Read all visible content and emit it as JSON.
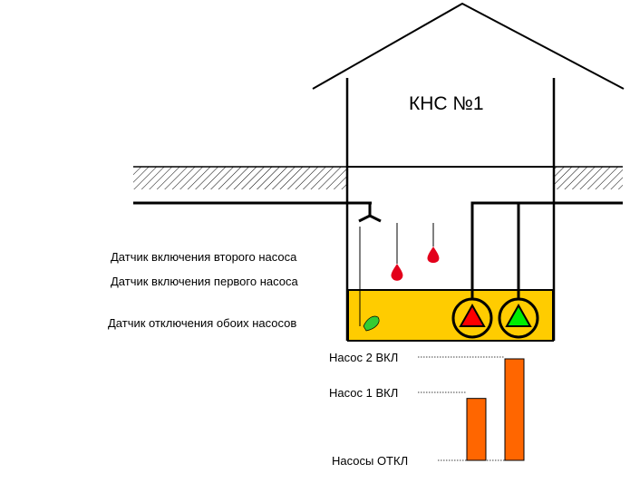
{
  "station": {
    "title": "КНС №1"
  },
  "sensors": {
    "second_pump_on": "Датчик включения второго насоса",
    "first_pump_on": "Датчик включения первого насоса",
    "both_pumps_off": "Датчик отключения обоих насосов"
  },
  "levels": {
    "pump2_on": "Насос 2 ВКЛ",
    "pump1_on": "Насос 1 ВКЛ",
    "pumps_off": "Насосы ОТКЛ"
  },
  "colors": {
    "water": "#ffcc00",
    "pump1": "#ff0000",
    "pump2": "#00ee00",
    "sensor_on": "#e3001b",
    "sensor_off": "#33cc33",
    "level_bar": "#ff6600"
  },
  "level_bars": {
    "pump1_level": 0.61,
    "pump2_level": 1.0
  }
}
